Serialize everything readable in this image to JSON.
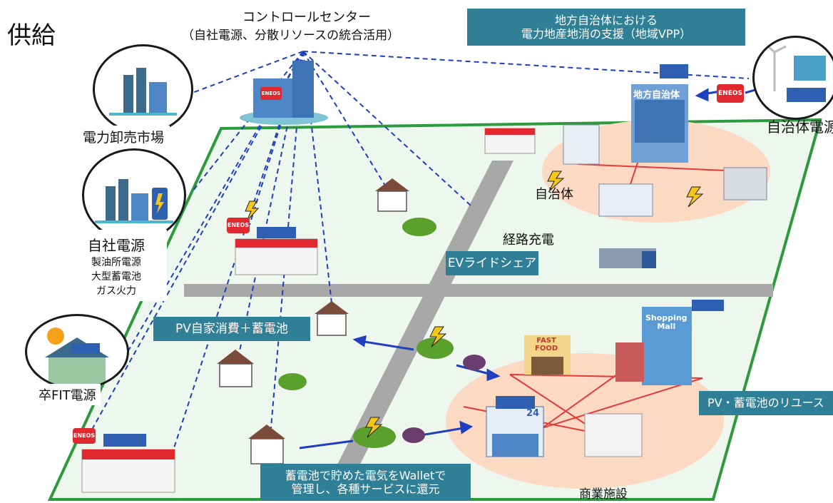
{
  "header": {
    "supply": "供給",
    "control_center_title": "コントロールセンター",
    "control_center_sub": "（自社電源、分散リソースの統合活用）",
    "local_gov_banner_line1": "地方自治体における",
    "local_gov_banner_line2": "電力地産地消の支援（地域VPP）"
  },
  "sources": {
    "wholesale_market": "電力卸売市場",
    "own_power": "自社電源",
    "own_power_items": [
      "製油所電源",
      "大型蓄電池",
      "ガス火力"
    ],
    "post_fit": "卒FIT電源",
    "municipal_power": "自治体電源"
  },
  "map": {
    "municipality": "自治体",
    "municipality_building": "地方自治体",
    "route_charging": "経路充電",
    "ev_rideshare": "EVライドシェア",
    "pv_self_consumption": "PV自家消費＋蓄電池",
    "pv_battery_reuse": "PV・蓄電池のリユース",
    "wallet_line1": "蓄電池で貯めた電気をWalletで",
    "wallet_line2": "管理し、各種サービスに還元",
    "commercial": "商業施設",
    "brand": "ENEOS",
    "fast_food_1": "FAST",
    "fast_food_2": "FOOD",
    "mall_1": "Shopping",
    "mall_2": "Mall",
    "store_number": "24"
  },
  "colors": {
    "teal": "#2f7f97",
    "ground": "#eef7ee",
    "border_green": "#2e9a3e",
    "road": "#a8a8a8",
    "peach": "#fbd9c3",
    "link_blue": "#1f3fbf",
    "eneos_red": "#e0282e",
    "building_blue": "#4f86c6"
  }
}
